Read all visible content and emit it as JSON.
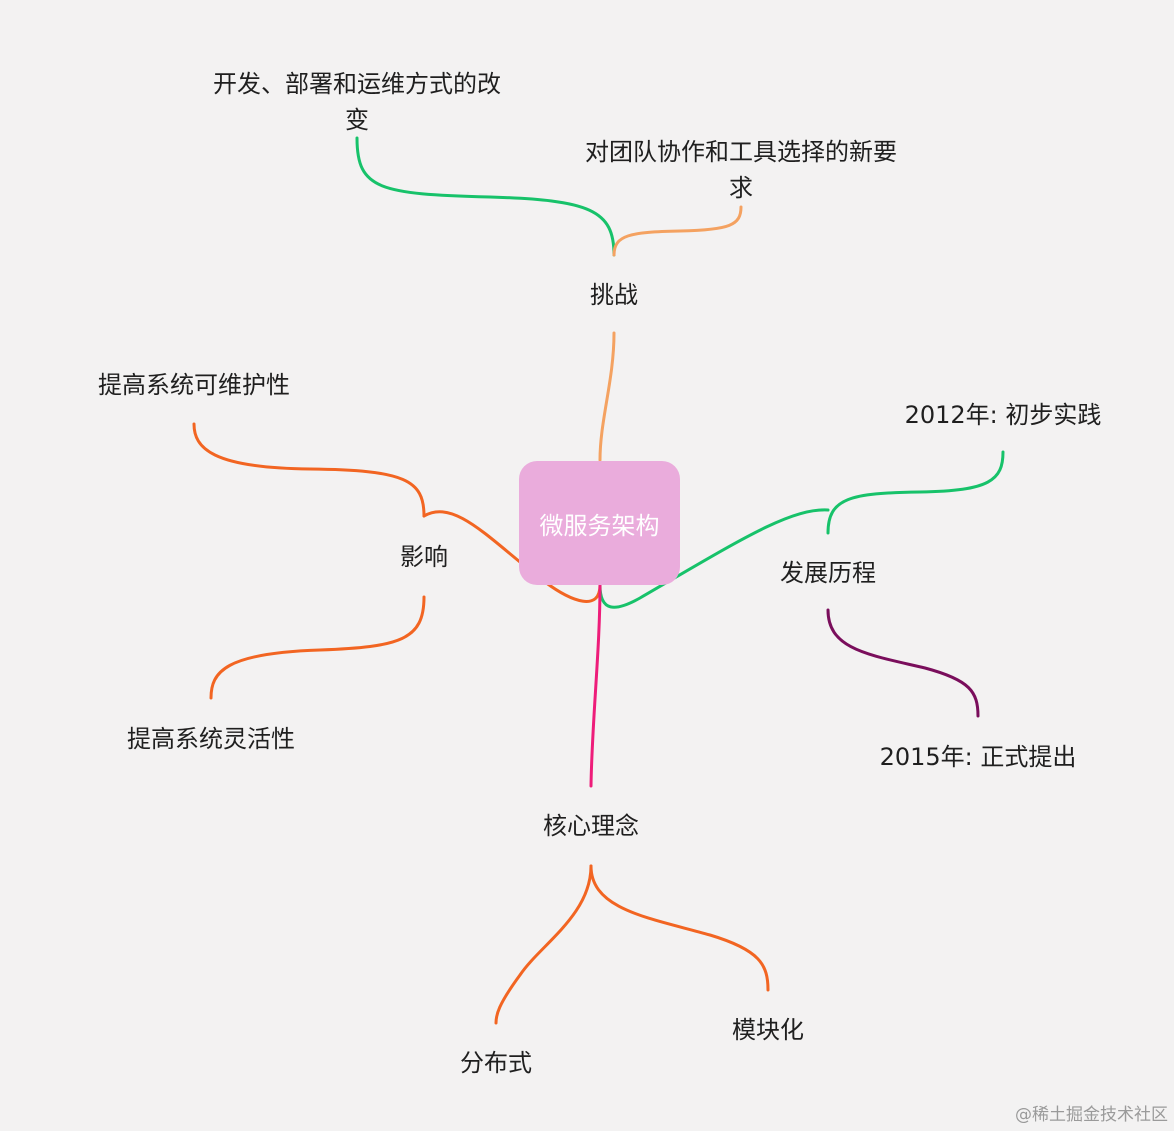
{
  "mindmap": {
    "root": "微服务架构",
    "branches": {
      "challenge": {
        "label": "挑战",
        "children": [
          "开发、部署和运维方式的改变",
          "对团队协作和工具选择的新要求"
        ]
      },
      "history": {
        "label": "发展历程",
        "children": [
          "2012年: 初步实践",
          "2015年: 正式提出"
        ]
      },
      "impact": {
        "label": "影响",
        "children": [
          "提高系统可维护性",
          "提高系统灵活性"
        ]
      },
      "core": {
        "label": "核心理念",
        "children": [
          "分布式",
          "模块化"
        ]
      }
    },
    "colors": {
      "root_fill": "#eaacdc",
      "challenge_trunk": "#f4a261",
      "challenge_child_1": "#17c26a",
      "challenge_child_2": "#f4a261",
      "history_trunk": "#17c26a",
      "history_child_1": "#17c26a",
      "history_child_2": "#7a0e5c",
      "impact_trunk": "#f26522",
      "impact_children": "#f26522",
      "core_trunk": "#ee1d7a",
      "core_children": "#f26522"
    }
  },
  "watermark": "@稀土掘金技术社区"
}
